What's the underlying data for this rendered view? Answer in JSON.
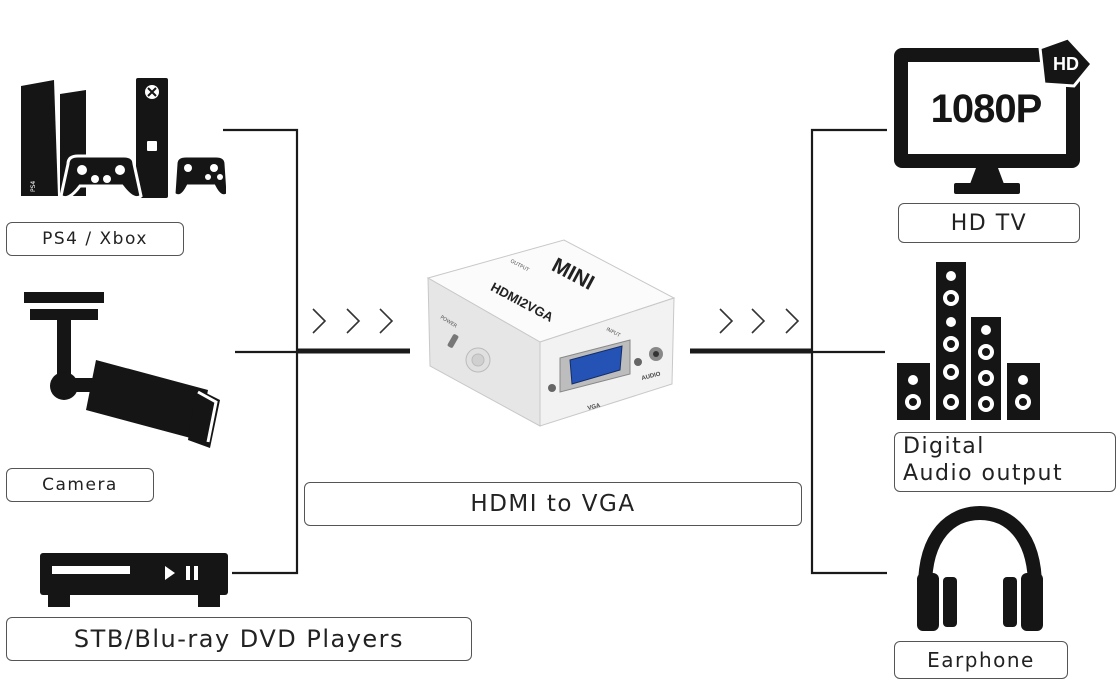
{
  "sources": [
    {
      "id": "consoles",
      "label": "PS4 / Xbox",
      "icon": "game-console-icon",
      "console_mark": "PS4"
    },
    {
      "id": "camera",
      "label": "Camera",
      "icon": "camera-icon"
    },
    {
      "id": "player",
      "label": "STB/Blu-ray DVD Players",
      "icon": "dvd-player-icon"
    }
  ],
  "center": {
    "label": "HDMI to VGA",
    "device": {
      "brand": "MINI",
      "model": "HDMI2VGA",
      "port_vga": "VGA",
      "port_audio": "AUDIO",
      "input_mark": "INPUT",
      "output_mark": "OUTPUT",
      "power_mark": "POWER"
    }
  },
  "outputs": [
    {
      "id": "tv",
      "label": "HD TV",
      "icon": "hd-tv-icon",
      "screen_text": "1080P",
      "badge": "HD"
    },
    {
      "id": "audio",
      "label_lines": [
        "Digital",
        "Audio output"
      ],
      "icon": "speaker-icon"
    },
    {
      "id": "earphone",
      "label": "Earphone",
      "icon": "headphones-icon"
    }
  ],
  "colors": {
    "line": "#1a1a1a",
    "icon": "#151515",
    "border": "#555555",
    "device": "#f4f4f4"
  }
}
